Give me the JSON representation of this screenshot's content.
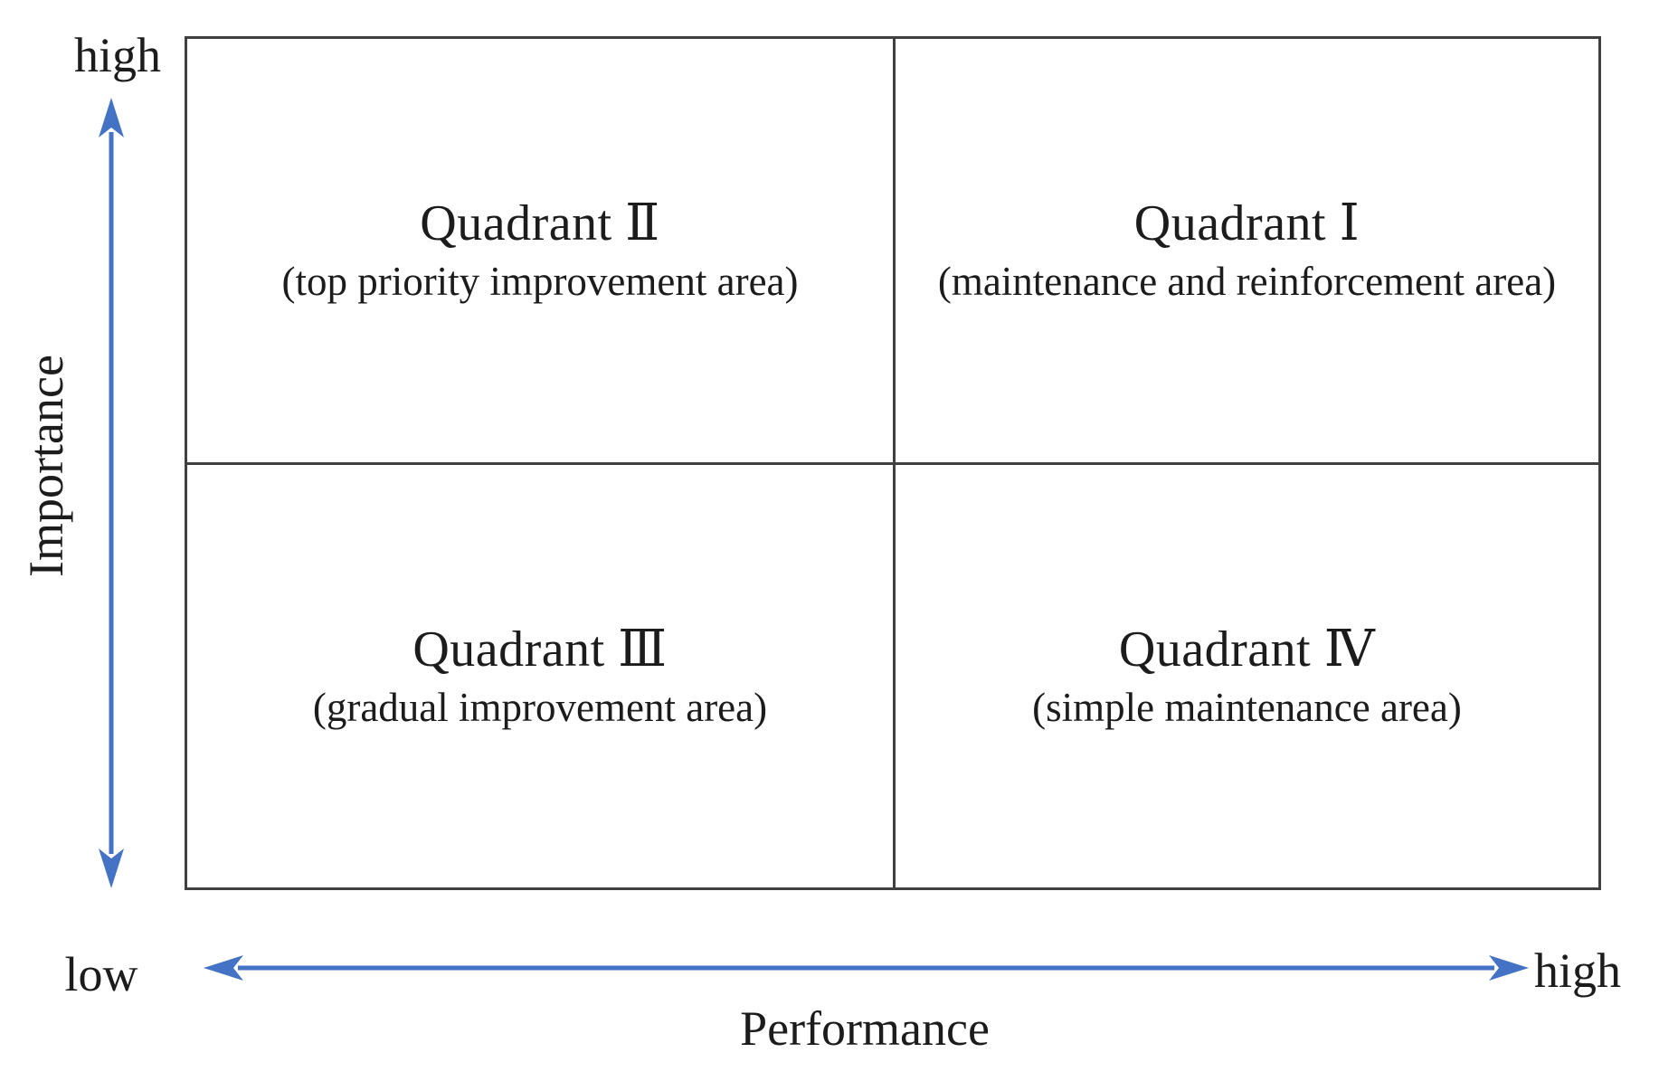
{
  "diagram": {
    "type": "2x2-quadrant-matrix",
    "x_axis": {
      "label": "Performance",
      "low_label": "low",
      "high_label": "high"
    },
    "y_axis": {
      "label": "Importance",
      "high_label": "high"
    },
    "quadrants": [
      {
        "numeral": "Ⅱ",
        "title": "Quadrant Ⅱ",
        "subtitle": "(top priority improvement area)",
        "position": "top-left"
      },
      {
        "numeral": "Ⅰ",
        "title": "Quadrant Ⅰ",
        "subtitle": "(maintenance and reinforcement area)",
        "position": "top-right"
      },
      {
        "numeral": "Ⅲ",
        "title": "Quadrant Ⅲ",
        "subtitle": "(gradual improvement area)",
        "position": "bottom-left"
      },
      {
        "numeral": "Ⅳ",
        "title": "Quadrant Ⅳ",
        "subtitle": "(simple maintenance area)",
        "position": "bottom-right"
      }
    ],
    "colors": {
      "arrow_blue": "#4472C4",
      "grid_line": "#404040",
      "text": "#1c1c1c"
    }
  }
}
